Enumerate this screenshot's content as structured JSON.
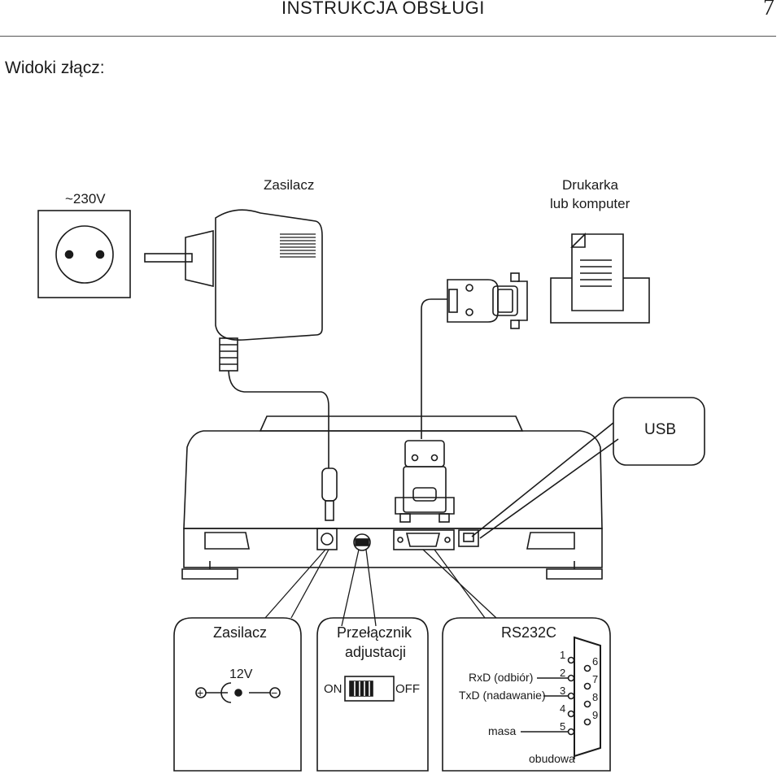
{
  "header": {
    "title": "INSTRUKCJA OBSŁUGI",
    "page_number": "7"
  },
  "section_title": "Widoki złącz:",
  "top_labels": {
    "outlet": "~230V",
    "power_supply": "Zasilacz",
    "printer_line1": "Drukarka",
    "printer_line2": "lub komputer"
  },
  "usb_callout": "USB",
  "panels": {
    "power": {
      "title": "Zasilacz",
      "voltage": "12V",
      "plus": "+",
      "minus": "−"
    },
    "switch": {
      "title_line1": "Przełącznik",
      "title_line2": "adjustacji",
      "on": "ON",
      "off": "OFF"
    },
    "rs232": {
      "title": "RS232C",
      "rxd": "RxD (odbiór)",
      "txd": "TxD (nadawanie)",
      "ground": "masa",
      "housing": "obudowa",
      "pins_left": [
        "1",
        "2",
        "3",
        "4",
        "5"
      ],
      "pins_right": [
        "6",
        "7",
        "8",
        "9"
      ]
    }
  }
}
